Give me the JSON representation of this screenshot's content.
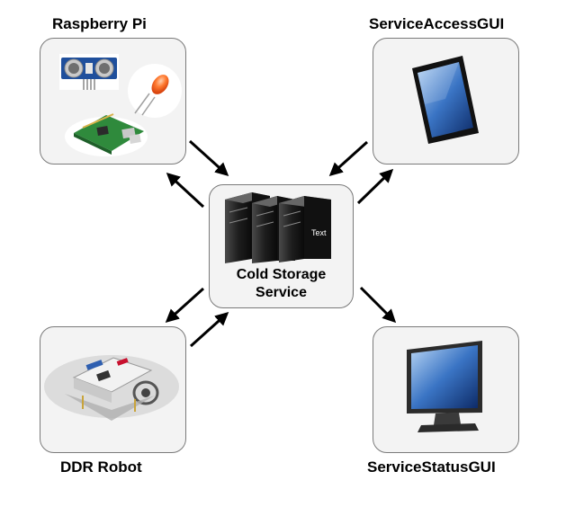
{
  "nodes": {
    "raspberry_pi": {
      "label": "Raspberry Pi"
    },
    "service_access_gui": {
      "label": "ServiceAccessGUI"
    },
    "ddr_robot": {
      "label": "DDR Robot"
    },
    "service_status_gui": {
      "label": "ServiceStatusGUI"
    },
    "center": {
      "line1": "Cold Storage",
      "line2": "Service",
      "server_text": "Text"
    }
  },
  "icons": {
    "raspberry_pi": [
      "ultrasonic-sensor-icon",
      "led-icon",
      "raspberry-board-icon"
    ],
    "service_access_gui": "tablet-icon",
    "ddr_robot": "robot-icon",
    "service_status_gui": "monitor-icon",
    "center": "server-rack-icon"
  },
  "colors": {
    "box_fill": "#f3f3f3",
    "box_border": "#7a7a7a",
    "arrow": "#000000"
  }
}
